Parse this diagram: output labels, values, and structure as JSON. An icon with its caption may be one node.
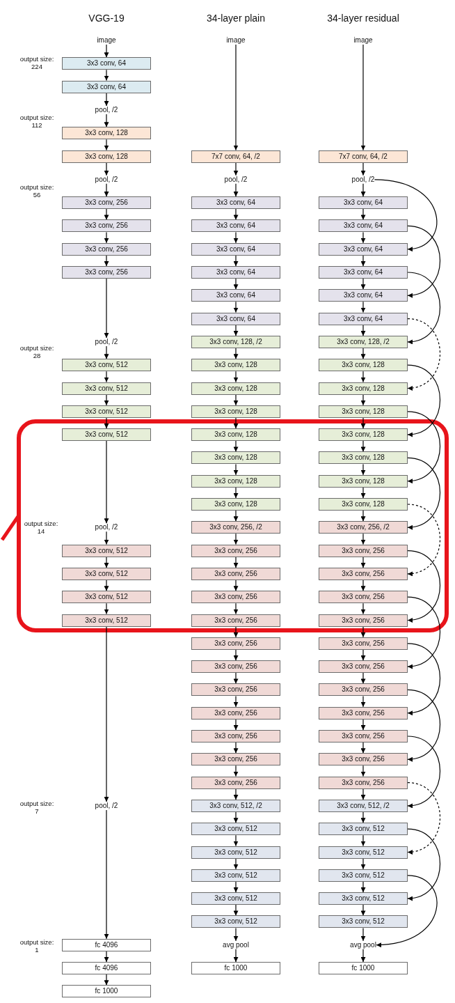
{
  "diagram": {
    "nodes": [
      {
        "text": [
          "image"
        ]
      },
      {
        "text": [
          "3x3 conv, 64"
        ]
      },
      {
        "text": [
          "3x3 conv, 64"
        ]
      },
      {
        "text": [
          "pool, /2"
        ]
      },
      {
        "text": [
          "3x3 conv, 128"
        ]
      },
      {
        "text": [
          "3x3 conv, 128"
        ]
      },
      {
        "text": [
          "pool, /2"
        ]
      },
      {
        "text": [
          "3x3 conv, 256"
        ]
      },
      {
        "text": [
          "3x3 conv, 256"
        ]
      },
      {
        "text": [
          "3x3 conv, 256"
        ]
      },
      {
        "text": [
          "3x3 conv, 256"
        ]
      },
      {
        "text": [
          "pool, /2"
        ]
      },
      {
        "text": [
          "3x3 conv, 512"
        ]
      },
      {
        "text": [
          "3x3 conv, 512"
        ]
      },
      {
        "text": [
          "3x3 conv, 512"
        ]
      },
      {
        "text": [
          "3x3 conv, 512"
        ]
      },
      {
        "text": [
          "pool, /2"
        ]
      },
      {
        "text": [
          "3x3 conv, 512"
        ]
      },
      {
        "text": [
          "3x3 conv, 512"
        ]
      },
      {
        "text": [
          "3x3 conv, 512"
        ]
      },
      {
        "text": [
          "3x3 conv, 512"
        ]
      },
      {
        "text": [
          "pool, /2"
        ]
      },
      {
        "text": [
          "fc 4096"
        ]
      },
      {
        "text": [
          "fc 4096"
        ]
      },
      {
        "text": [
          "fc 1000"
        ]
      },
      {
        "text": [
          "image"
        ]
      },
      {
        "text": [
          "7x7 conv, 64, /2"
        ]
      },
      {
        "text": [
          "pool, /2"
        ]
      },
      {
        "text": [
          "3x3 conv, 64"
        ]
      },
      {
        "text": [
          "3x3 conv, 64"
        ]
      },
      {
        "text": [
          "3x3 conv, 64"
        ]
      },
      {
        "text": [
          "3x3 conv, 64"
        ]
      },
      {
        "text": [
          "3x3 conv, 64"
        ]
      },
      {
        "text": [
          "3x3 conv, 64"
        ]
      },
      {
        "text": [
          "3x3 conv, 128, /2"
        ]
      },
      {
        "text": [
          "3x3 conv, 128"
        ]
      },
      {
        "text": [
          "3x3 conv, 128"
        ]
      },
      {
        "text": [
          "3x3 conv, 128"
        ]
      },
      {
        "text": [
          "3x3 conv, 128"
        ]
      },
      {
        "text": [
          "3x3 conv, 128"
        ]
      },
      {
        "text": [
          "3x3 conv, 128"
        ]
      },
      {
        "text": [
          "3x3 conv, 128"
        ]
      },
      {
        "text": [
          "3x3 conv, 256, /2"
        ]
      },
      {
        "text": [
          "3x3 conv, 256"
        ]
      },
      {
        "text": [
          "3x3 conv, 256"
        ]
      },
      {
        "text": [
          "3x3 conv, 256"
        ]
      },
      {
        "text": [
          "3x3 conv, 256"
        ]
      },
      {
        "text": [
          "3x3 conv, 256"
        ]
      },
      {
        "text": [
          "3x3 conv, 256"
        ]
      },
      {
        "text": [
          "3x3 conv, 256"
        ]
      },
      {
        "text": [
          "3x3 conv, 256"
        ]
      },
      {
        "text": [
          "3x3 conv, 256"
        ]
      },
      {
        "text": [
          "3x3 conv, 256"
        ]
      },
      {
        "text": [
          "3x3 conv, 256"
        ]
      },
      {
        "text": [
          "3x3 conv, 512, /2"
        ]
      },
      {
        "text": [
          "3x3 conv, 512"
        ]
      },
      {
        "text": [
          "3x3 conv, 512"
        ]
      },
      {
        "text": [
          "3x3 conv, 512"
        ]
      },
      {
        "text": [
          "3x3 conv, 512"
        ]
      },
      {
        "text": [
          "3x3 conv, 512"
        ]
      },
      {
        "text": [
          "avg pool"
        ]
      },
      {
        "text": [
          "fc 1000"
        ]
      },
      {
        "text": [
          "image"
        ]
      },
      {
        "text": [
          "7x7 conv, 64, /2"
        ]
      },
      {
        "text": [
          "pool, /2"
        ]
      },
      {
        "text": [
          "3x3 conv, 64"
        ]
      },
      {
        "text": [
          "3x3 conv, 64"
        ]
      },
      {
        "text": [
          "3x3 conv, 64"
        ]
      },
      {
        "text": [
          "3x3 conv, 64"
        ]
      },
      {
        "text": [
          "3x3 conv, 64"
        ]
      },
      {
        "text": [
          "3x3 conv, 64"
        ]
      },
      {
        "text": [
          "3x3 conv, 128, /2"
        ]
      },
      {
        "text": [
          "3x3 conv, 128"
        ]
      },
      {
        "text": [
          "3x3 conv, 128"
        ]
      },
      {
        "text": [
          "3x3 conv, 128"
        ]
      },
      {
        "text": [
          "3x3 conv, 128"
        ]
      },
      {
        "text": [
          "3x3 conv, 128"
        ]
      },
      {
        "text": [
          "3x3 conv, 128"
        ]
      },
      {
        "text": [
          "3x3 conv, 128"
        ]
      },
      {
        "text": [
          "3x3 conv, 256, /2"
        ]
      },
      {
        "text": [
          "3x3 conv, 256"
        ]
      },
      {
        "text": [
          "3x3 conv, 256"
        ]
      },
      {
        "text": [
          "3x3 conv, 256"
        ]
      },
      {
        "text": [
          "3x3 conv, 256"
        ]
      },
      {
        "text": [
          "3x3 conv, 256"
        ]
      },
      {
        "text": [
          "3x3 conv, 256"
        ]
      },
      {
        "text": [
          "3x3 conv, 256"
        ]
      },
      {
        "text": [
          "3x3 conv, 256"
        ]
      },
      {
        "text": [
          "3x3 conv, 256"
        ]
      },
      {
        "text": [
          "3x3 conv, 256"
        ]
      },
      {
        "text": [
          "3x3 conv, 256"
        ]
      },
      {
        "text": [
          "3x3 conv, 512, /2"
        ]
      },
      {
        "text": [
          "3x3 conv, 512"
        ]
      },
      {
        "text": [
          "3x3 conv, 512"
        ]
      },
      {
        "text": [
          "3x3 conv, 512"
        ]
      },
      {
        "text": [
          "3x3 conv, 512"
        ]
      },
      {
        "text": [
          "3x3 conv, 512"
        ]
      },
      {
        "text": [
          "avg pool"
        ]
      },
      {
        "text": [
          "fc 1000"
        ]
      }
    ],
    "edges": [
      {
        "from": 0,
        "to": 1,
        "arrow": "to"
      },
      {
        "from": 1,
        "to": 2,
        "arrow": "to"
      },
      {
        "from": 2,
        "to": 3,
        "arrow": "to"
      },
      {
        "from": 3,
        "to": 4,
        "arrow": "to"
      },
      {
        "from": 4,
        "to": 5,
        "arrow": "to"
      },
      {
        "from": 5,
        "to": 6,
        "arrow": "to"
      },
      {
        "from": 6,
        "to": 7,
        "arrow": "to"
      },
      {
        "from": 7,
        "to": 8,
        "arrow": "to"
      },
      {
        "from": 8,
        "to": 9,
        "arrow": "to"
      },
      {
        "from": 9,
        "to": 10,
        "arrow": "to"
      },
      {
        "from": 10,
        "to": 11,
        "arrow": "to"
      },
      {
        "from": 11,
        "to": 12,
        "arrow": "to"
      },
      {
        "from": 12,
        "to": 13,
        "arrow": "to"
      },
      {
        "from": 13,
        "to": 14,
        "arrow": "to"
      },
      {
        "from": 14,
        "to": 15,
        "arrow": "to"
      },
      {
        "from": 15,
        "to": 16,
        "arrow": "to"
      },
      {
        "from": 16,
        "to": 17,
        "arrow": "to"
      },
      {
        "from": 17,
        "to": 18,
        "arrow": "to"
      },
      {
        "from": 18,
        "to": 19,
        "arrow": "to"
      },
      {
        "from": 19,
        "to": 20,
        "arrow": "to"
      },
      {
        "from": 20,
        "to": 21,
        "arrow": "to"
      },
      {
        "from": 21,
        "to": 22,
        "arrow": "to"
      },
      {
        "from": 22,
        "to": 23,
        "arrow": "to"
      },
      {
        "from": 23,
        "to": 24,
        "arrow": "to"
      },
      {
        "from": 25,
        "to": 26,
        "arrow": "to"
      },
      {
        "from": 26,
        "to": 27,
        "arrow": "to"
      },
      {
        "from": 27,
        "to": 28,
        "arrow": "to"
      },
      {
        "from": 28,
        "to": 29,
        "arrow": "to"
      },
      {
        "from": 29,
        "to": 30,
        "arrow": "to"
      },
      {
        "from": 30,
        "to": 31,
        "arrow": "to"
      },
      {
        "from": 31,
        "to": 32,
        "arrow": "to"
      },
      {
        "from": 32,
        "to": 33,
        "arrow": "to"
      },
      {
        "from": 33,
        "to": 34,
        "arrow": "to"
      },
      {
        "from": 34,
        "to": 35,
        "arrow": "to"
      },
      {
        "from": 35,
        "to": 36,
        "arrow": "to"
      },
      {
        "from": 36,
        "to": 37,
        "arrow": "to"
      },
      {
        "from": 37,
        "to": 38,
        "arrow": "to"
      },
      {
        "from": 38,
        "to": 39,
        "arrow": "to"
      },
      {
        "from": 39,
        "to": 40,
        "arrow": "to"
      },
      {
        "from": 40,
        "to": 41,
        "arrow": "to"
      },
      {
        "from": 41,
        "to": 42,
        "arrow": "to"
      },
      {
        "from": 42,
        "to": 43,
        "arrow": "to"
      },
      {
        "from": 43,
        "to": 44,
        "arrow": "to"
      },
      {
        "from": 44,
        "to": 45,
        "arrow": "to"
      },
      {
        "from": 45,
        "to": 46,
        "arrow": "to"
      },
      {
        "from": 46,
        "to": 47,
        "arrow": "to"
      },
      {
        "from": 47,
        "to": 48,
        "arrow": "to"
      },
      {
        "from": 48,
        "to": 49,
        "arrow": "to"
      },
      {
        "from": 49,
        "to": 50,
        "arrow": "to"
      },
      {
        "from": 50,
        "to": 51,
        "arrow": "to"
      },
      {
        "from": 51,
        "to": 52,
        "arrow": "to"
      },
      {
        "from": 52,
        "to": 53,
        "arrow": "to"
      },
      {
        "from": 53,
        "to": 54,
        "arrow": "to"
      },
      {
        "from": 54,
        "to": 55,
        "arrow": "to"
      },
      {
        "from": 55,
        "to": 56,
        "arrow": "to"
      },
      {
        "from": 56,
        "to": 57,
        "arrow": "to"
      },
      {
        "from": 57,
        "to": 58,
        "arrow": "to"
      },
      {
        "from": 58,
        "to": 59,
        "arrow": "to"
      },
      {
        "from": 59,
        "to": 60,
        "arrow": "to"
      },
      {
        "from": 60,
        "to": 61,
        "arrow": "to"
      },
      {
        "from": 62,
        "to": 63,
        "arrow": "to"
      },
      {
        "from": 63,
        "to": 64,
        "arrow": "to"
      },
      {
        "from": 64,
        "to": 65,
        "arrow": "to"
      },
      {
        "from": 65,
        "to": 66,
        "arrow": "to"
      },
      {
        "from": 66,
        "to": 67,
        "arrow": "to"
      },
      {
        "from": 67,
        "to": 68,
        "arrow": "to"
      },
      {
        "from": 68,
        "to": 69,
        "arrow": "to"
      },
      {
        "from": 69,
        "to": 70,
        "arrow": "to"
      },
      {
        "from": 70,
        "to": 71,
        "arrow": "to"
      },
      {
        "from": 71,
        "to": 72,
        "arrow": "to"
      },
      {
        "from": 72,
        "to": 73,
        "arrow": "to"
      },
      {
        "from": 73,
        "to": 74,
        "arrow": "to"
      },
      {
        "from": 74,
        "to": 75,
        "arrow": "to"
      },
      {
        "from": 75,
        "to": 76,
        "arrow": "to"
      },
      {
        "from": 76,
        "to": 77,
        "arrow": "to"
      },
      {
        "from": 77,
        "to": 78,
        "arrow": "to"
      },
      {
        "from": 78,
        "to": 79,
        "arrow": "to"
      },
      {
        "from": 79,
        "to": 80,
        "arrow": "to"
      },
      {
        "from": 80,
        "to": 81,
        "arrow": "to"
      },
      {
        "from": 81,
        "to": 82,
        "arrow": "to"
      },
      {
        "from": 82,
        "to": 83,
        "arrow": "to"
      },
      {
        "from": 83,
        "to": 84,
        "arrow": "to"
      },
      {
        "from": 84,
        "to": 85,
        "arrow": "to"
      },
      {
        "from": 85,
        "to": 86,
        "arrow": "to"
      },
      {
        "from": 86,
        "to": 87,
        "arrow": "to"
      },
      {
        "from": 87,
        "to": 88,
        "arrow": "to"
      },
      {
        "from": 88,
        "to": 89,
        "arrow": "to"
      },
      {
        "from": 89,
        "to": 90,
        "arrow": "to"
      },
      {
        "from": 90,
        "to": 91,
        "arrow": "to"
      },
      {
        "from": 91,
        "to": 92,
        "arrow": "to"
      },
      {
        "from": 92,
        "to": 93,
        "arrow": "to"
      },
      {
        "from": 93,
        "to": 94,
        "arrow": "to"
      },
      {
        "from": 94,
        "to": 95,
        "arrow": "to"
      },
      {
        "from": 95,
        "to": 96,
        "arrow": "to"
      },
      {
        "from": 96,
        "to": 97,
        "arrow": "to"
      },
      {
        "from": 97,
        "to": 98,
        "arrow": "to"
      },
      {
        "from": 64,
        "to": 67,
        "arrow": "to"
      },
      {
        "from": 66,
        "to": 69,
        "arrow": "to"
      },
      {
        "from": 68,
        "to": 71,
        "arrow": "to"
      },
      {
        "from": 70,
        "to": 73,
        "arrow": "to",
        "style": "dashed"
      },
      {
        "from": 72,
        "to": 75,
        "arrow": "to"
      },
      {
        "from": 74,
        "to": 77,
        "arrow": "to"
      },
      {
        "from": 76,
        "to": 79,
        "arrow": "to"
      },
      {
        "from": 78,
        "to": 81,
        "arrow": "to",
        "style": "dashed"
      },
      {
        "from": 80,
        "to": 83,
        "arrow": "to"
      },
      {
        "from": 82,
        "to": 85,
        "arrow": "to"
      },
      {
        "from": 84,
        "to": 87,
        "arrow": "to"
      },
      {
        "from": 86,
        "to": 89,
        "arrow": "to"
      },
      {
        "from": 88,
        "to": 91,
        "arrow": "to"
      },
      {
        "from": 90,
        "to": 93,
        "arrow": "to",
        "style": "dashed"
      },
      {
        "from": 92,
        "to": 95,
        "arrow": "to"
      },
      {
        "from": 94,
        "to": 97,
        "arrow": "to"
      }
    ],
    "labels": [
      "VGG-19",
      "34-layer plain",
      "34-layer residual",
      "output size: 224",
      "output size: 112",
      "output size: 56",
      "output size: 28",
      "output size: 14",
      "output size: 7",
      "output size: 1"
    ]
  }
}
